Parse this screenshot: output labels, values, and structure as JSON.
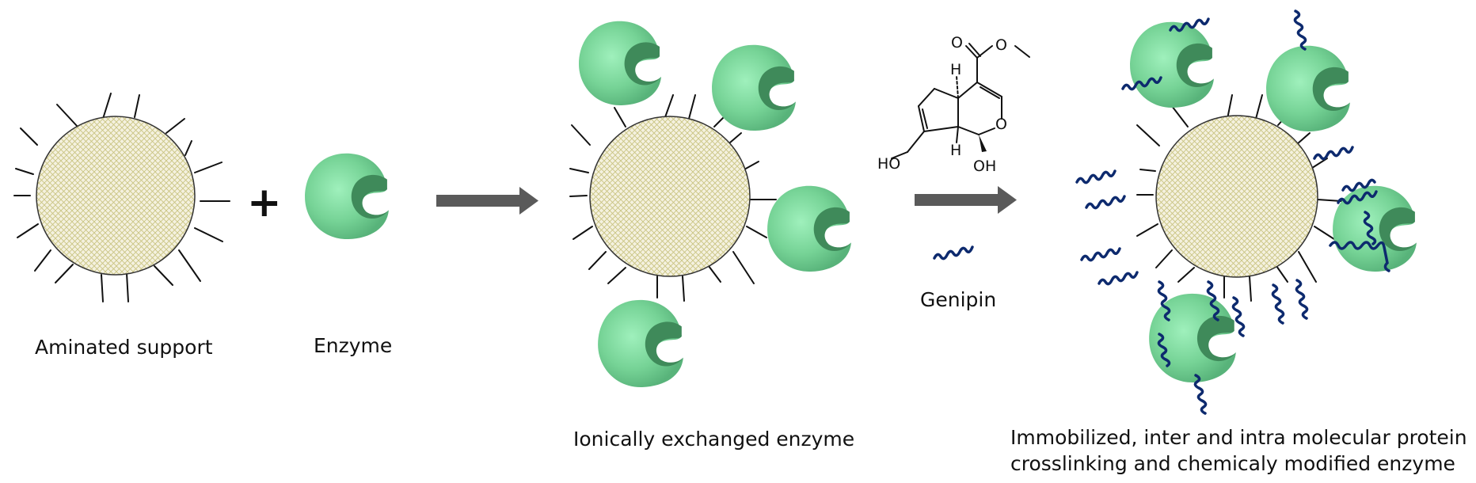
{
  "labels": {
    "aminated_support": "Aminated support",
    "enzyme": "Enzyme",
    "ionic_exchange": "Ionically exchanged enzyme",
    "genipin": "Genipin",
    "final_line1": "Immobilized, inter and intra molecular protein",
    "final_line2": "crosslinking and chemicaly  modified enzyme"
  },
  "symbols": {
    "plus": "+"
  },
  "structure": {
    "atom_o1": "O",
    "atom_o2": "O",
    "atom_o_ring": "O",
    "atom_h1": "H",
    "atom_h2": "H",
    "group_ho": "HO",
    "group_oh": "OH"
  },
  "colors": {
    "enzyme_light": "#8fe3ab",
    "enzyme_mid": "#6cc98e",
    "enzyme_dark": "#3f8a5a",
    "support_fill": "#f4f1df",
    "support_hatch": "#c8c27e",
    "arrow": "#5a5a5a",
    "genipin_chain": "#0d2a6e",
    "line": "#111111"
  }
}
